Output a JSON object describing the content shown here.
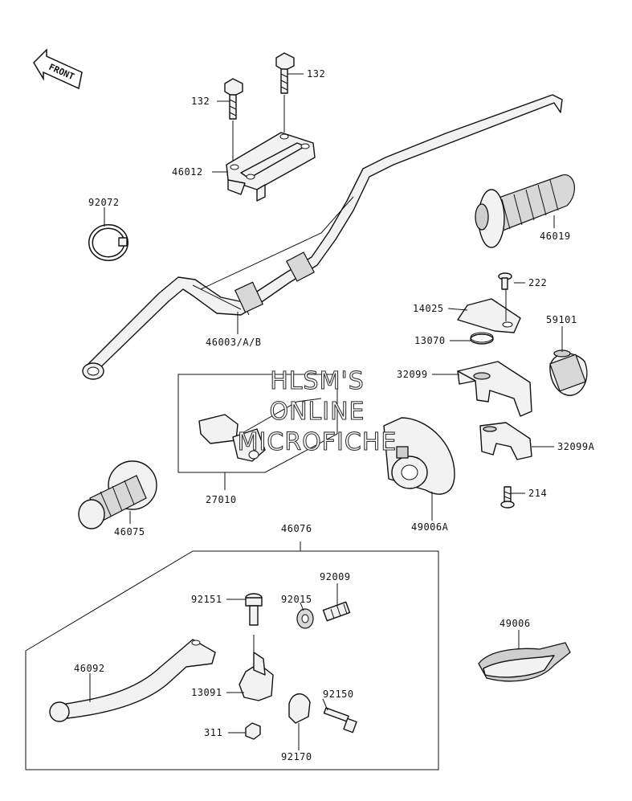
{
  "watermark": {
    "line1": "HLSM'S",
    "line2": "ONLINE",
    "line3": "MICROFICHE"
  },
  "orientation": {
    "label": "FRONT"
  },
  "callouts": {
    "c132a": "132",
    "c132b": "132",
    "c46012": "46012",
    "c92072": "92072",
    "c46019": "46019",
    "c222": "222",
    "c14025": "14025",
    "c59101": "59101",
    "c13070": "13070",
    "c46003": "46003/A/B",
    "c32099": "32099",
    "c32099A": "32099A",
    "c27010": "27010",
    "c214": "214",
    "c46075": "46075",
    "c49006A": "49006A",
    "c46076": "46076",
    "c92009": "92009",
    "c92151": "92151",
    "c92015": "92015",
    "c49006": "49006",
    "c46092": "46092",
    "c13091": "13091",
    "c92150": "92150",
    "c311": "311",
    "c92170": "92170"
  }
}
